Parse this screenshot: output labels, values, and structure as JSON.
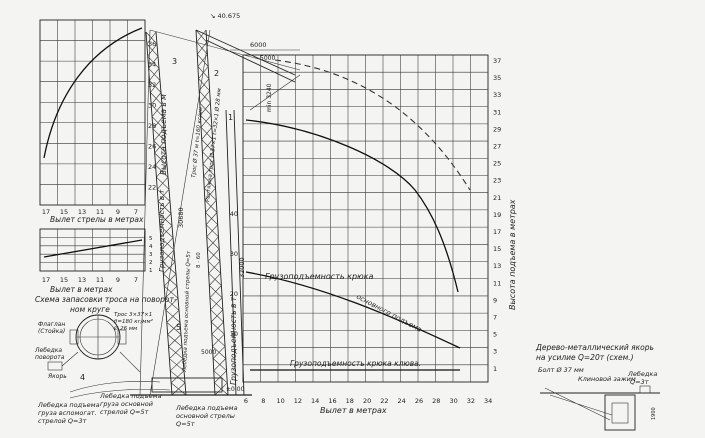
{
  "main_chart": {
    "x_ticks": [
      "6",
      "8",
      "10",
      "12",
      "14",
      "16",
      "18",
      "20",
      "22",
      "24",
      "26",
      "28",
      "30",
      "32",
      "34"
    ],
    "y_right_ticks": [
      "37",
      "35",
      "33",
      "31",
      "29",
      "27",
      "25",
      "23",
      "21",
      "19",
      "17",
      "15",
      "13",
      "11",
      "9",
      "7",
      "5",
      "3",
      "1"
    ],
    "y_left_ticks": [
      "40",
      "30",
      "20",
      "10"
    ],
    "x_label": "Вылет в метрах",
    "y_right_label": "Высота подъема в метрах",
    "y_left_label": "Грузоподъемность в т",
    "label_hook_capacity": "Грузоподъемность крюка",
    "label_main_hook": "основного подъема",
    "label_jib_hook_capacity": "Грузоподъемность крюка клюва."
  },
  "top_left_chart": {
    "x_ticks": [
      "17",
      "15",
      "13",
      "11",
      "9",
      "7"
    ],
    "y_ticks": [
      "36",
      "34",
      "32",
      "30",
      "28",
      "26",
      "24",
      "22"
    ],
    "x_label": "Вылет стрелы в метрах",
    "y_label": "Высота подъема в м"
  },
  "mid_left_chart": {
    "x_ticks": [
      "17",
      "15",
      "13",
      "11",
      "9",
      "7"
    ],
    "y_ticks": [
      "5",
      "4",
      "3",
      "2",
      "1"
    ],
    "x_label": "Вылет в метрах",
    "y_label": "Грузоподъемность в т"
  },
  "crane": {
    "dim_top": "40.675",
    "dim_6000": "6000",
    "dim_5000_top": "5000",
    "dim_min": "min 3240",
    "dim_30680": "30680",
    "dim_32000": "32000",
    "dim_5000_bottom": "5000",
    "dim_zero": "±0.00",
    "rope_main": "Трос Ø 37 м t=160 кг/мм",
    "rope_guy": "Растяжка трос Ø 37×1 t=32×1 Ø 28 мм",
    "label_8_60": "8 · 60",
    "label_winch_main": "Лебедка подъема основной стрелы Q=5т",
    "num_1": "1",
    "num_2": "2",
    "num_3": "3",
    "num_4": "4",
    "num_5": "5"
  },
  "rope_scheme": {
    "title": "Схема запасовки троса на поворотном круге",
    "label_flag": "Флаглан (Стойка)",
    "label_rope": "Трос 3×37×1 б=180 кг/мм² Ø 26 мм",
    "label_winch_turn": "Лебедка поворота",
    "label_anchor": "Якорь"
  },
  "bottom_labels": {
    "winch_aux": "Лебедка подъема груза вспомогат. стрелой Q=3т",
    "winch_load": "Лебедка подъема груза основной стрелой Q=5т",
    "winch_boom": "Лебедка подъема основной стрелы Q=5т"
  },
  "anchor": {
    "title": "Дерево-металлический якорь на усилие Q=20т (схем.)",
    "bolt": "Болт Ø 37 мм",
    "clamp": "Клиновой зажим",
    "winch": "Лебедка Q=3т"
  }
}
